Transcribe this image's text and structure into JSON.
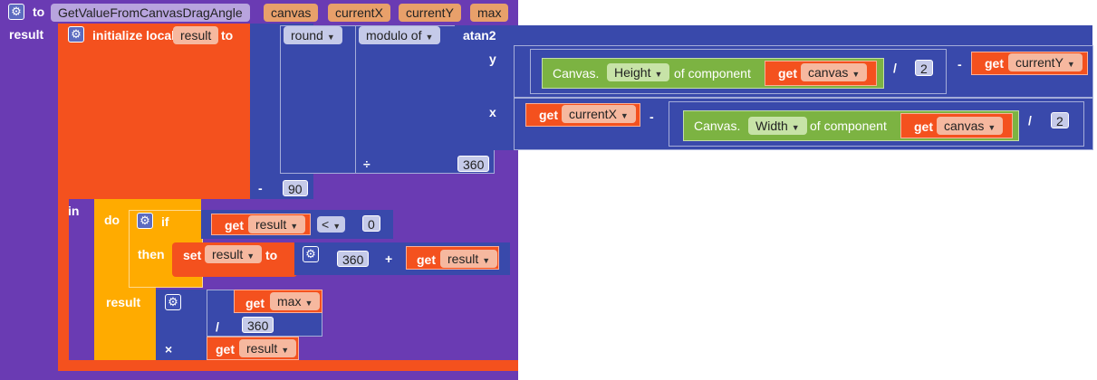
{
  "procedure": {
    "kw_to": "to",
    "name": "GetValueFromCanvasDragAngle",
    "params": [
      "canvas",
      "currentX",
      "currentY",
      "max"
    ],
    "kw_result": "result",
    "kw_in": "in"
  },
  "init_local": {
    "label": "initialize local",
    "var": "result",
    "kw_to": "to"
  },
  "math": {
    "minus": "-",
    "round": "round",
    "modulo": "modulo of",
    "atan2": "atan2",
    "y": "y",
    "x": "x",
    "divide": "÷",
    "slash": "/",
    "plus": "+",
    "times": "×",
    "lt": "<",
    "n2": "2",
    "n360": "360",
    "n90": "90",
    "n0": "0"
  },
  "canvas": {
    "prefix": "Canvas.",
    "height_prop": "Height",
    "width_prop": "Width",
    "of_component": "of component"
  },
  "get": {
    "kw": "get",
    "canvas": "canvas",
    "currentY": "currentY",
    "currentX": "currentX",
    "result": "result",
    "max": "max"
  },
  "control": {
    "do": "do",
    "if": "if",
    "then": "then",
    "set": "set",
    "set_var": "result",
    "set_to": "to",
    "result": "result"
  }
}
